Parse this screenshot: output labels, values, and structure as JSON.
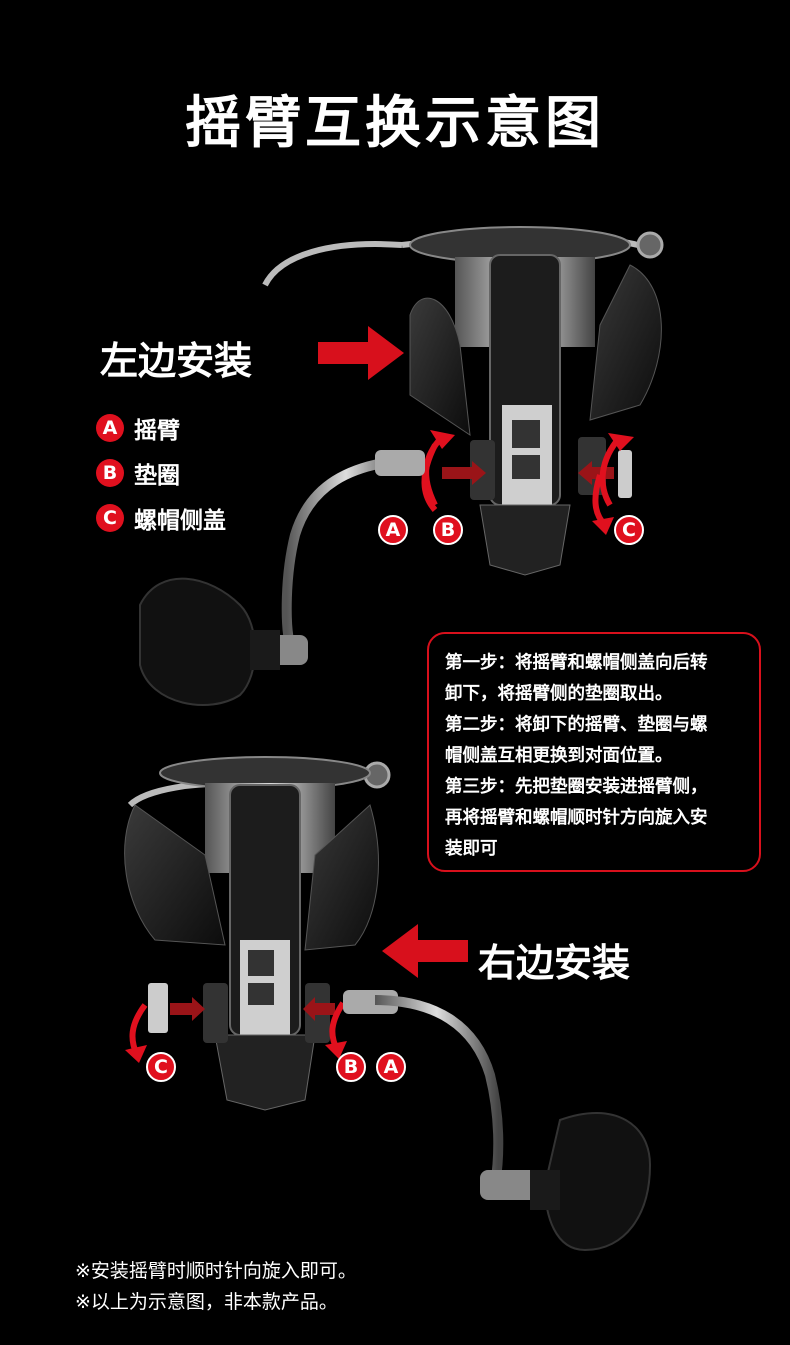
{
  "title": "摇臂互换示意图",
  "left_install": {
    "label": "左边安装"
  },
  "right_install": {
    "label": "右边安装"
  },
  "legend": [
    {
      "letter": "A",
      "text": "摇臂"
    },
    {
      "letter": "B",
      "text": "垫圈"
    },
    {
      "letter": "C",
      "text": "螺帽侧盖"
    }
  ],
  "marks_top": [
    "A",
    "B",
    "C"
  ],
  "marks_bottom": [
    "C",
    "B",
    "A"
  ],
  "steps": [
    "第一步：将摇臂和螺帽侧盖向后转",
    "卸下，将摇臂侧的垫圈取出。",
    "第二步：将卸下的摇臂、垫圈与螺",
    "帽侧盖互相更换到对面位置。",
    "第三步：先把垫圈安装进摇臂侧，",
    "再将摇臂和螺帽顺时针方向旋入安",
    "装即可"
  ],
  "footnotes": [
    "※安装摇臂时顺时针向旋入即可。",
    "※以上为示意图，非本款产品。"
  ],
  "colors": {
    "accent_red": "#e0101e",
    "background": "#000000"
  },
  "icons": [
    "arrow-right-icon",
    "arrow-left-icon",
    "rotate-arrow-icon"
  ]
}
